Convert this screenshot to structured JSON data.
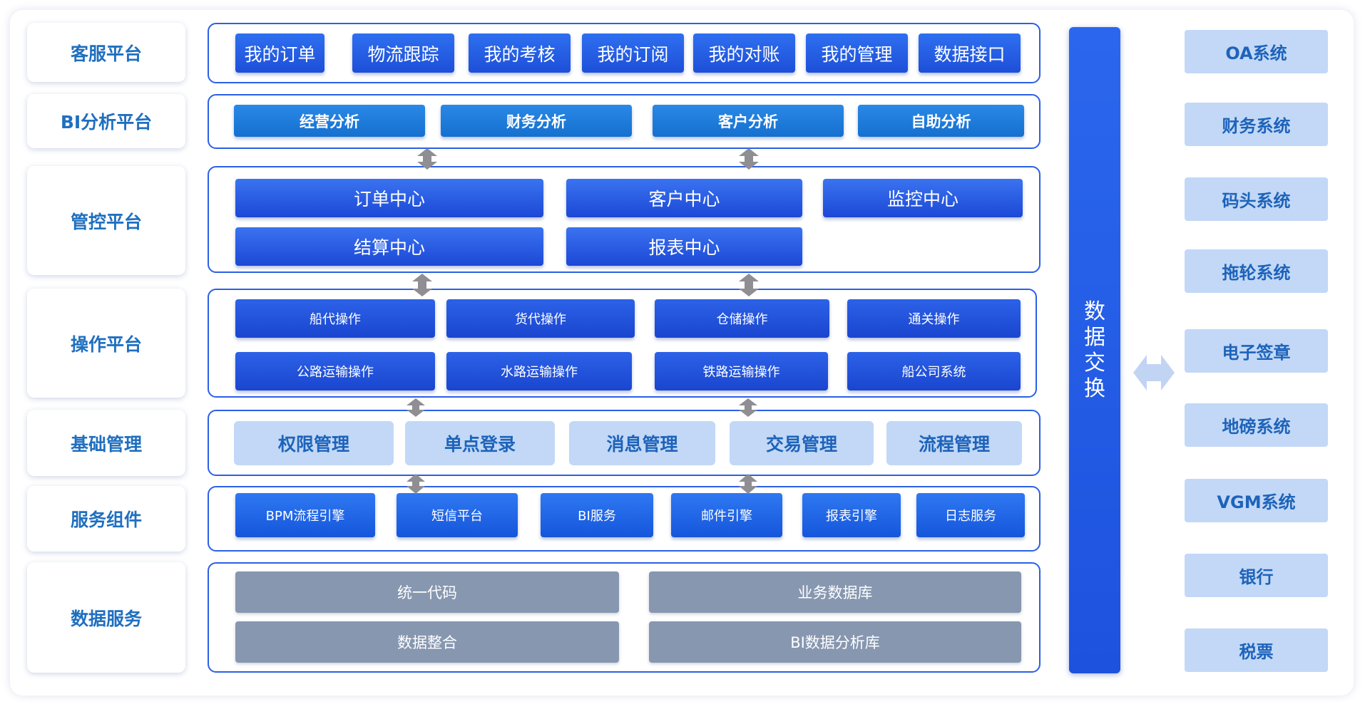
{
  "left_labels": [
    "客服平台",
    "BI分析平台",
    "管控平台",
    "操作平台",
    "基础管理",
    "服务组件",
    "数据服务"
  ],
  "customer_service": [
    "我的订单",
    "物流跟踪",
    "我的考核",
    "我的订阅",
    "我的对账",
    "我的管理",
    "数据接口"
  ],
  "bi_analysis": [
    "经营分析",
    "财务分析",
    "客户分析",
    "自助分析"
  ],
  "control_center": [
    "订单中心",
    "客户中心",
    "监控中心",
    "结算中心",
    "报表中心"
  ],
  "operations": [
    "船代操作",
    "货代操作",
    "仓储操作",
    "通关操作",
    "公路运输操作",
    "水路运输操作",
    "铁路运输操作",
    "船公司系统"
  ],
  "base_management": [
    "权限管理",
    "单点登录",
    "消息管理",
    "交易管理",
    "流程管理"
  ],
  "service_components": [
    "BPM流程引擎",
    "短信平台",
    "BI服务",
    "邮件引擎",
    "报表引擎",
    "日志服务"
  ],
  "data_services": [
    "统一代码",
    "业务数据库",
    "数据整合",
    "BI数据分析库"
  ],
  "exchange_label": [
    "数",
    "据",
    "交",
    "换"
  ],
  "external_systems": [
    "OA系统",
    "财务系统",
    "码头系统",
    "拖轮系统",
    "电子签章",
    "地磅系统",
    "VGM系统",
    "银行",
    "税票"
  ],
  "colors": {
    "primary_blue": "#1d4fd8",
    "label_blue": "#1f6fc0",
    "light_blue": "#c2d8f6",
    "gray": "#8797b0",
    "arrow_gray": "#8e8e93",
    "arrow_light": "#c2d4f3"
  }
}
